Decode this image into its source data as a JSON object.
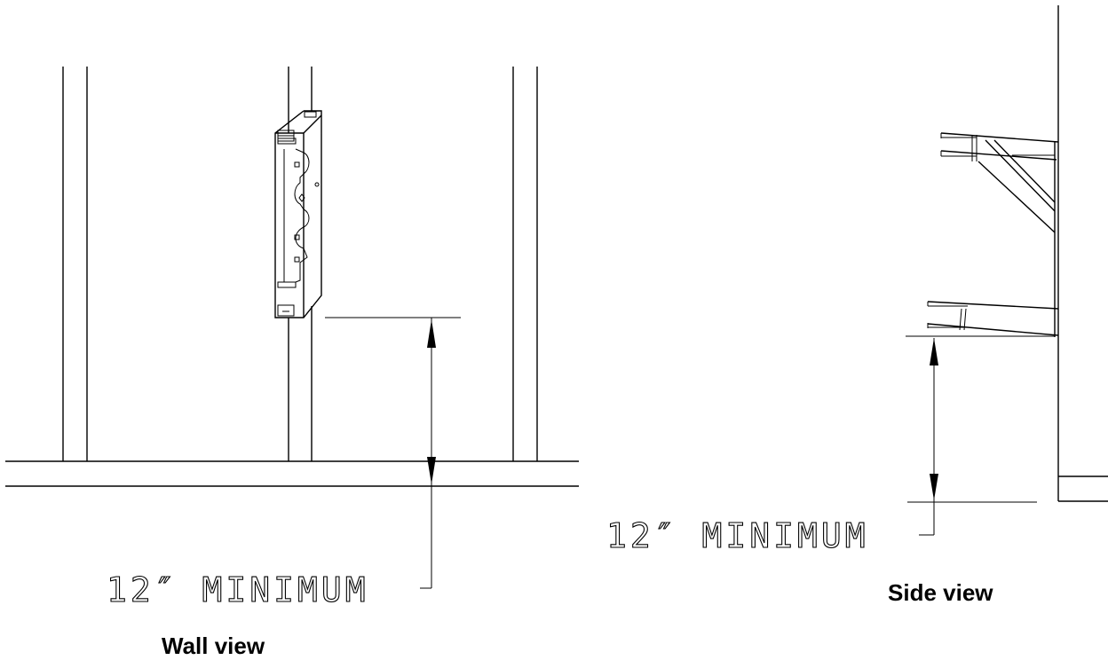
{
  "wall_view": {
    "dimension_label": "12″ MINIMUM",
    "caption": "Wall view"
  },
  "side_view": {
    "dimension_label": "12″ MINIMUM",
    "caption": "Side view"
  }
}
